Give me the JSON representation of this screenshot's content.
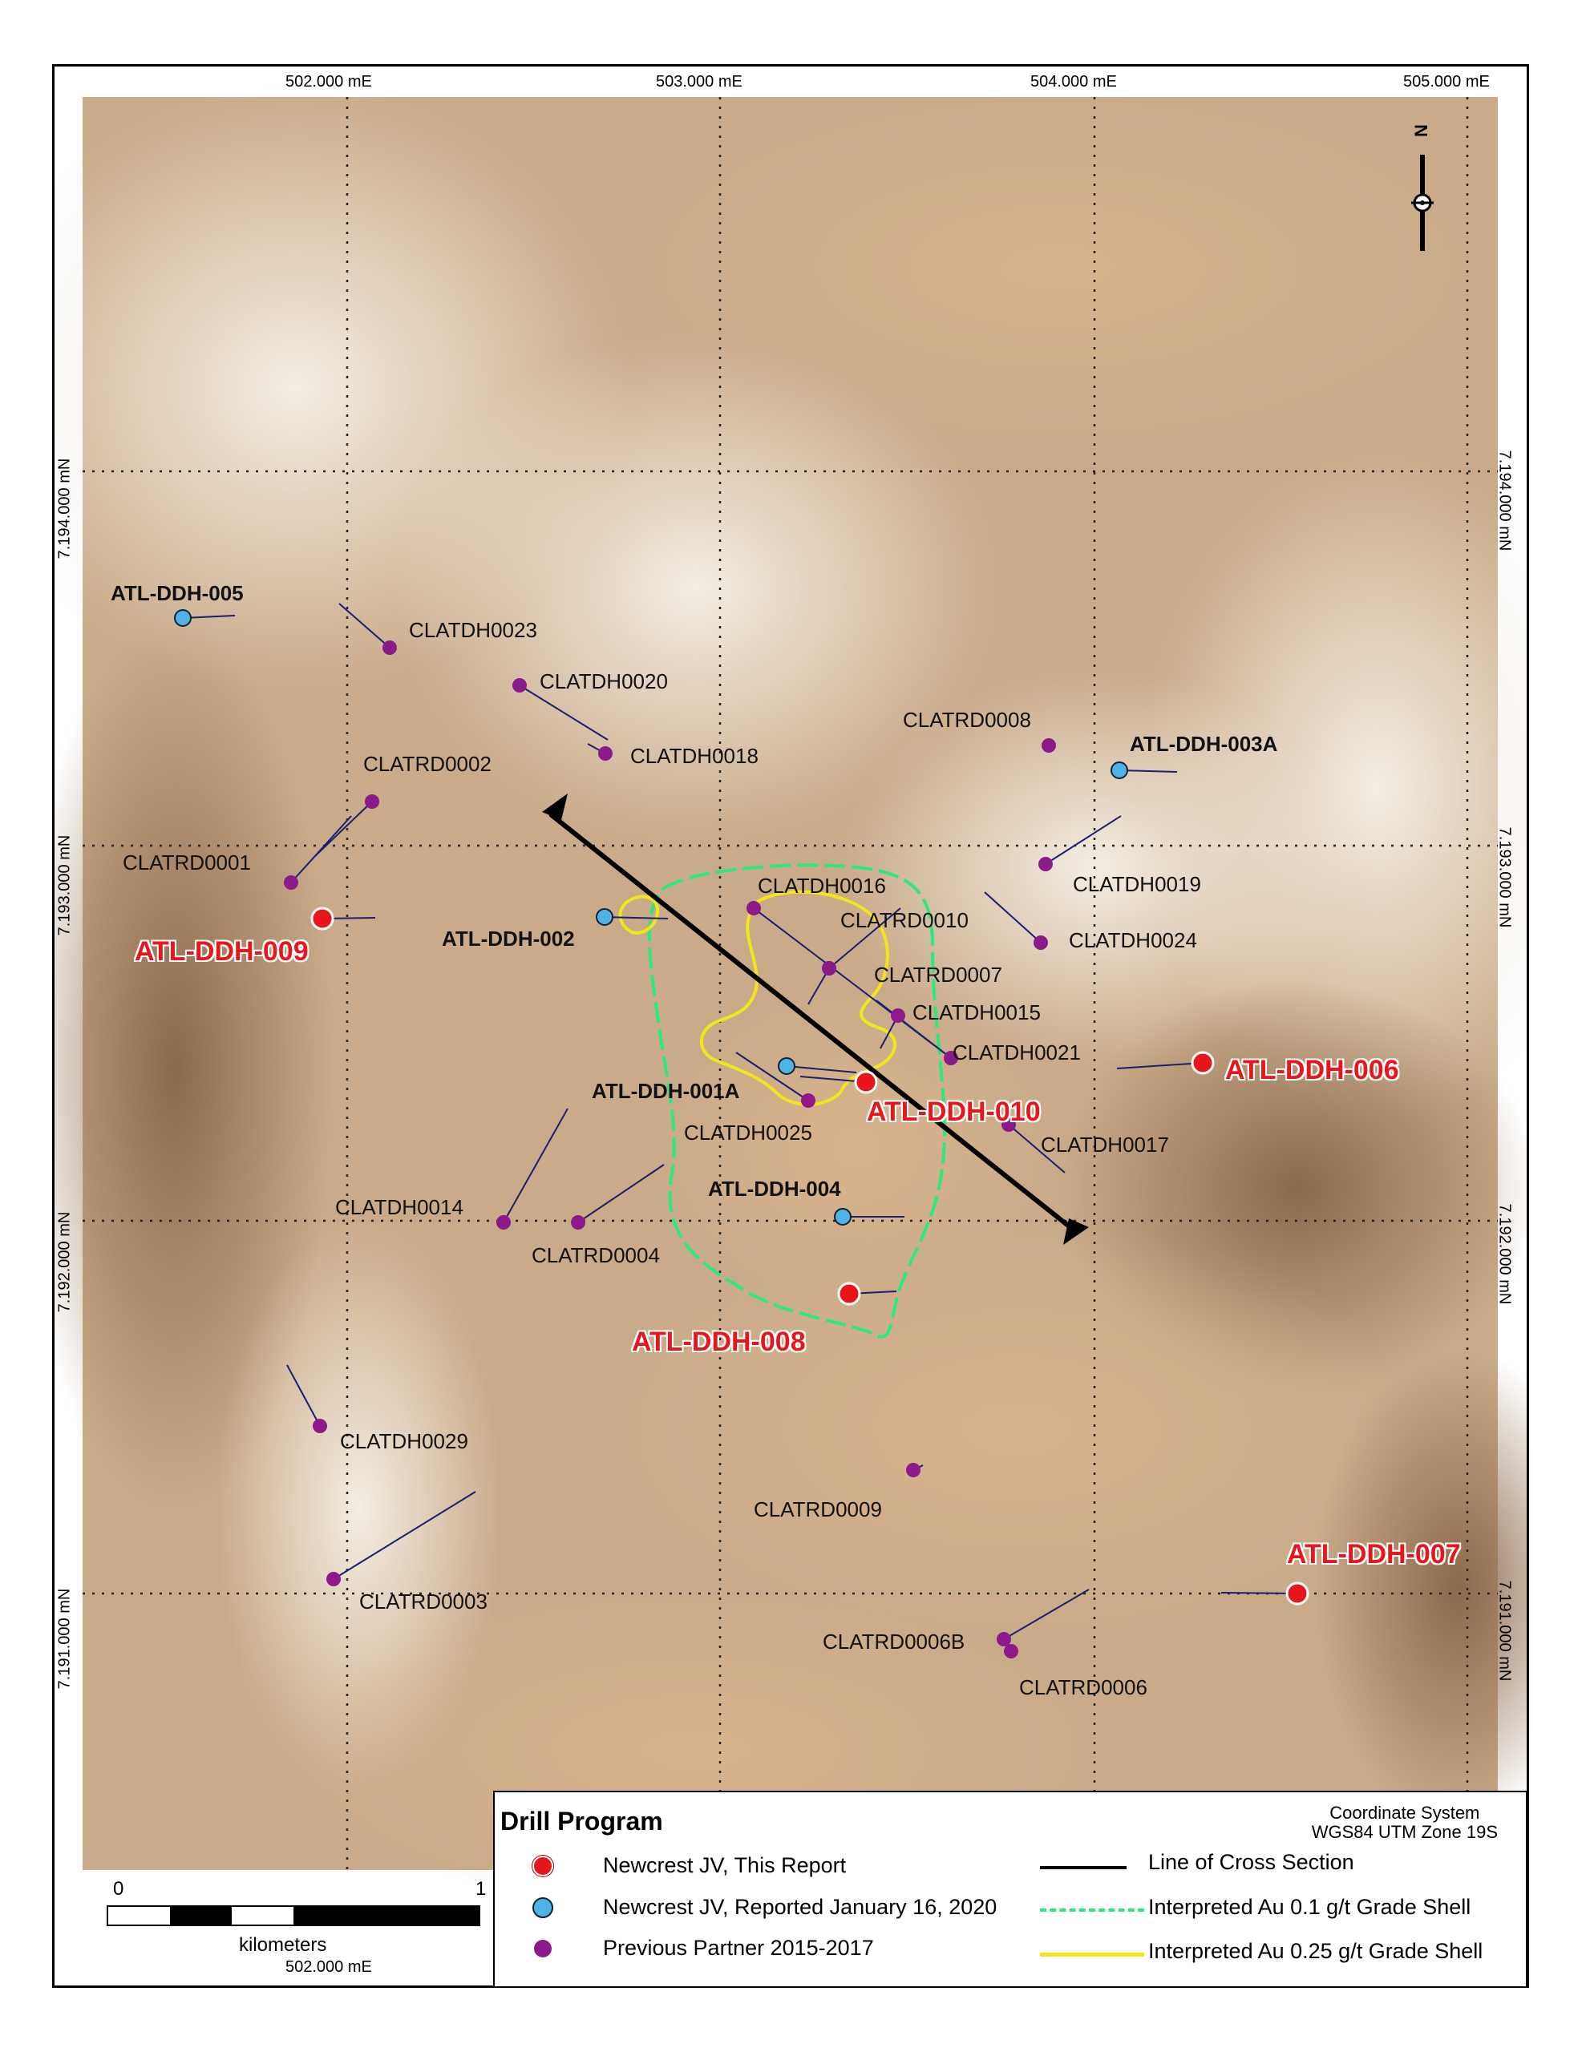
{
  "map": {
    "grid_top_labels": [
      "502.000 mE",
      "503.000 mE",
      "504.000 mE",
      "505.000 mE"
    ],
    "grid_bottom_label": "502.000 mE",
    "grid_left_labels": [
      "7.194.000 mN",
      "7.193.000 mN",
      "7.192.000 mN",
      "7.191.000 mN"
    ],
    "grid_right_labels": [
      "7.194.000 mN",
      "7.193.000 mN",
      "7.192.000 mN",
      "7.191.000 mN"
    ],
    "north_arrow_letter": "N"
  },
  "holes": {
    "report": [
      {
        "id": "ATL-DDH-009"
      },
      {
        "id": "ATL-DDH-010"
      },
      {
        "id": "ATL-DDH-006"
      },
      {
        "id": "ATL-DDH-008"
      },
      {
        "id": "ATL-DDH-007"
      }
    ],
    "reported": [
      {
        "id": "ATL-DDH-005"
      },
      {
        "id": "ATL-DDH-003A"
      },
      {
        "id": "ATL-DDH-002"
      },
      {
        "id": "ATL-DDH-001A"
      },
      {
        "id": "ATL-DDH-004"
      }
    ],
    "previous": [
      {
        "id": "CLATDH0023"
      },
      {
        "id": "CLATDH0020"
      },
      {
        "id": "CLATDH0018"
      },
      {
        "id": "CLATRD0008"
      },
      {
        "id": "CLATRD0002"
      },
      {
        "id": "CLATRD0001"
      },
      {
        "id": "CLATDH0019"
      },
      {
        "id": "CLATDH0016"
      },
      {
        "id": "CLATRD0010"
      },
      {
        "id": "CLATDH0024"
      },
      {
        "id": "CLATRD0007"
      },
      {
        "id": "CLATDH0015"
      },
      {
        "id": "CLATDH0021"
      },
      {
        "id": "CLATDH0025"
      },
      {
        "id": "CLATDH0017"
      },
      {
        "id": "CLATDH0014"
      },
      {
        "id": "CLATRD0004"
      },
      {
        "id": "CLATDH0029"
      },
      {
        "id": "CLATRD0009"
      },
      {
        "id": "CLATRD0003"
      },
      {
        "id": "CLATRD0006B"
      },
      {
        "id": "CLATRD0006"
      }
    ]
  },
  "legend": {
    "title": "Drill Program",
    "coordinate_system_line1": "Coordinate System",
    "coordinate_system_line2": "WGS84 UTM Zone 19S",
    "items": [
      {
        "label": "Newcrest JV, This Report",
        "color": "#e8161c"
      },
      {
        "label": "Newcrest JV, Reported January 16, 2020",
        "color": "#4fb3e6"
      },
      {
        "label": "Previous Partner 2015-2017",
        "color": "#8b1a8b"
      },
      {
        "label": "Line of Cross Section",
        "color": "#000000"
      },
      {
        "label": "Interpreted Au 0.1 g/t Grade Shell",
        "color": "#2ee87a"
      },
      {
        "label": "Interpreted Au 0.25 g/t Grade Shell",
        "color": "#f2e61a"
      }
    ]
  },
  "scale_bar": {
    "start_label": "0",
    "end_label": "1",
    "units": "kilometers"
  }
}
